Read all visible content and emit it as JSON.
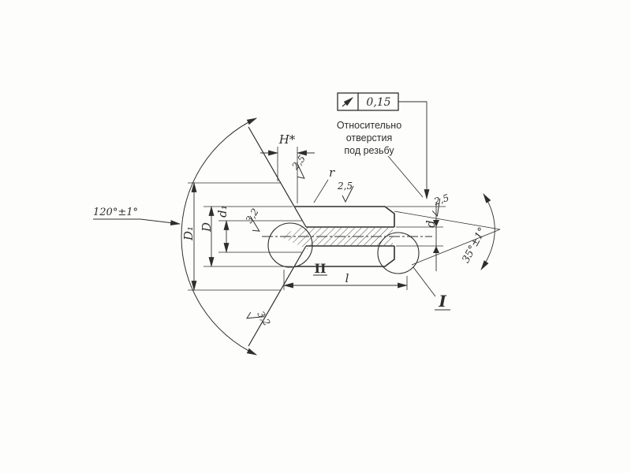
{
  "meta": {
    "background": "#fdfdfb",
    "ink_color": "#2e2e2e",
    "drawing_type": "threaded-countersunk-hole-section"
  },
  "tolerance_frame": {
    "symbol": "runout-arrow-icon",
    "value": "0,15"
  },
  "note": {
    "line1": "Относительно",
    "line2": "отверстия",
    "line3": "под резьбу"
  },
  "dimensions": {
    "angle_countersink": "120°±1°",
    "angle_chamfer": "35°±1°",
    "depth": "H*",
    "radius": "r",
    "dia_outer": "D₁",
    "dia_face": "D",
    "dia_mid": "d₁",
    "dia_bore": "d",
    "length": "l"
  },
  "roughness": {
    "fine": "2,5",
    "coarse": "3,2"
  },
  "details": {
    "one": "I",
    "two": "II"
  }
}
